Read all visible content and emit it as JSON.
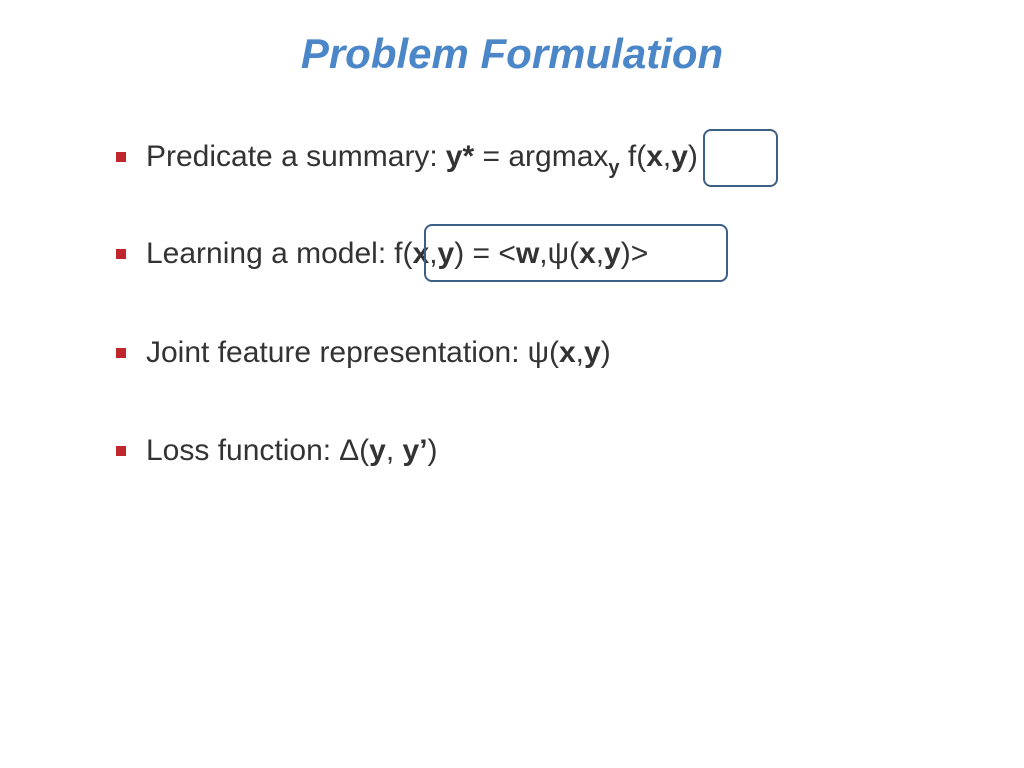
{
  "title": "Problem Formulation",
  "bullets": [
    {
      "label": "Predicate a summary:",
      "math": {
        "lhs": "y*",
        "eq": " = ",
        "op": "argmax",
        "sub": "y",
        "fn": "f(",
        "x": "x",
        "comma": ",",
        "y": "y",
        "close": ")"
      }
    },
    {
      "label": "Learning a model:",
      "math": {
        "fn": "f(",
        "x": "x",
        "comma": ",",
        "y": "y",
        "close": ")",
        "eq": " = <",
        "w": "w",
        "psi": ",ψ(",
        "x2": "x",
        "comma2": ",",
        "y2": "y",
        "end": ")>"
      }
    },
    {
      "label": "Joint feature representation:",
      "math": {
        "psi": "ψ(",
        "x": "x",
        "comma": ",",
        "y": "y",
        "close": ")"
      }
    },
    {
      "label": "Loss function:",
      "math": {
        "delta": "Δ(",
        "y": "y",
        "comma": ", ",
        "yp": "y’",
        "close": ")"
      }
    }
  ],
  "colors": {
    "title": "#4a86c8",
    "bullet_marker": "#c0262c",
    "highlight_box": "#3c5f86"
  }
}
